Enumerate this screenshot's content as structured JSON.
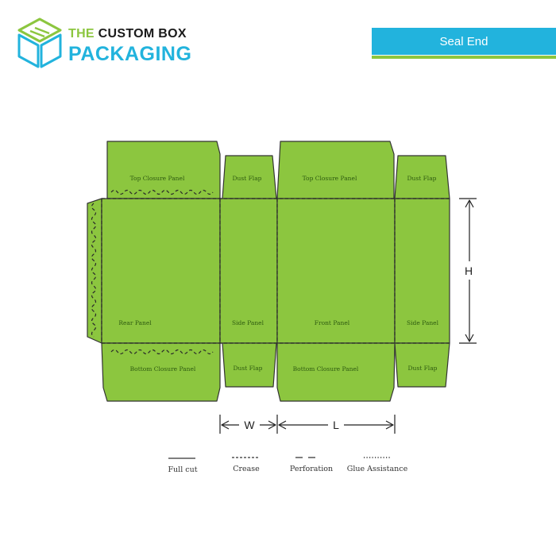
{
  "brand": {
    "name_prefix": "THE",
    "name_rest": "CUSTOM BOX",
    "name_line2": "PACKAGING"
  },
  "style_label": "Seal End",
  "colors": {
    "panel_fill": "#8cc63f",
    "accent_blue": "#22b3dd",
    "outline": "#333333"
  },
  "panels": {
    "top_closure_left": "Top Closure Panel",
    "dust_flap_top_1": "Dust Flap",
    "top_closure_right": "Top Closure Panel",
    "dust_flap_top_2": "Dust Flap",
    "rear": "Rear Panel",
    "side_1": "Side Panel",
    "front": "Front Panel",
    "side_2": "Side Panel",
    "bottom_closure_left": "Bottom Closure Panel",
    "dust_flap_bottom_1": "Dust Flap",
    "bottom_closure_right": "Bottom Closure Panel",
    "dust_flap_bottom_2": "Dust Flap"
  },
  "dimensions": {
    "height": "H",
    "width": "W",
    "length": "L"
  },
  "legend": {
    "full_cut": "Full cut",
    "crease": "Crease",
    "perforation": "Perforation",
    "glue_assistance": "Glue Assistance"
  },
  "icons": {
    "logo": "box-logo-icon"
  }
}
